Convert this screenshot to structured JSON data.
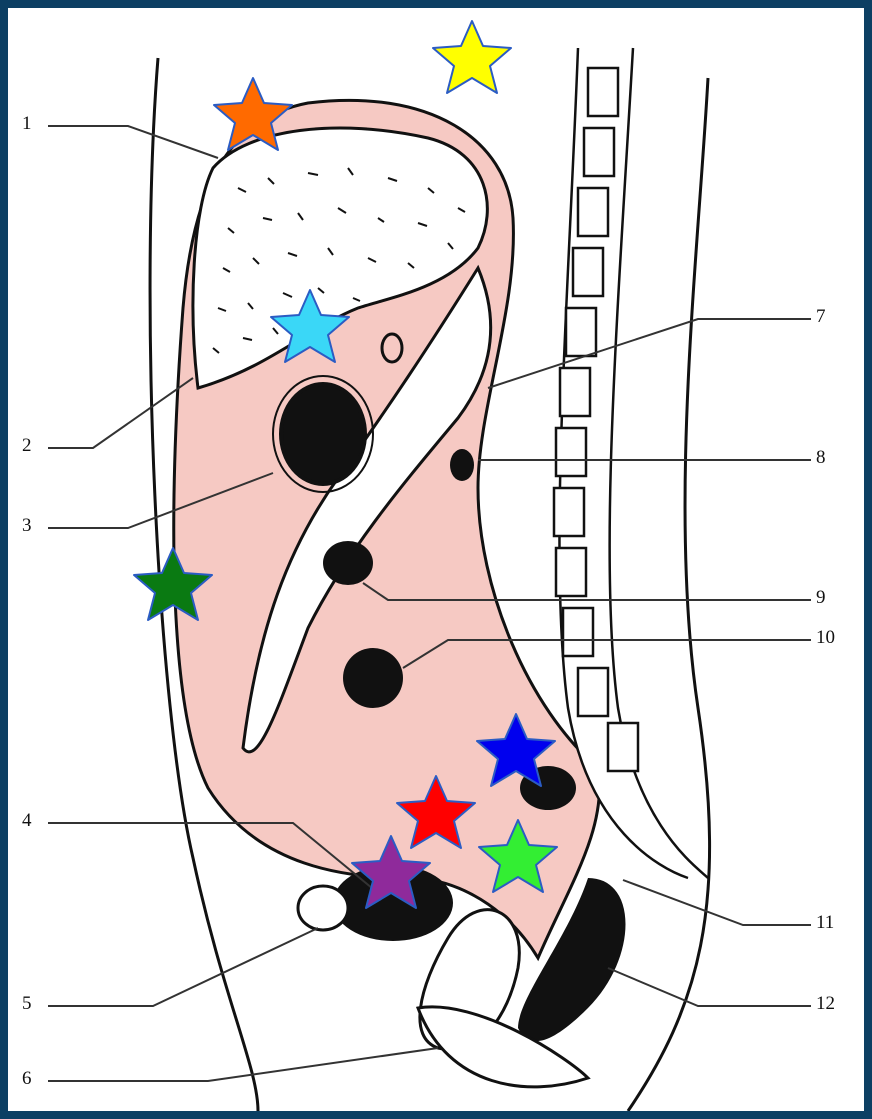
{
  "labels": {
    "l1": "1",
    "l2": "2",
    "l3": "3",
    "l4": "4",
    "l5": "5",
    "l6": "6",
    "l7": "7",
    "l8": "8",
    "l9": "9",
    "l10": "10",
    "l11": "11",
    "l12": "12"
  },
  "colors": {
    "frame": "#0c3f63",
    "peritoneal_fill": "#f6c9c3",
    "line": "#111111",
    "star_yellow": "#ffff00",
    "star_orange": "#ff6a00",
    "star_cyan": "#3ad7f7",
    "star_darkgreen": "#0a7a12",
    "star_blue": "#0000ee",
    "star_red": "#ff0000",
    "star_lightgreen": "#33ee33",
    "star_purple": "#8f2a9b"
  },
  "markers": [
    {
      "name": "yellow-star-marker",
      "color": "star_yellow"
    },
    {
      "name": "orange-star-marker",
      "color": "star_orange"
    },
    {
      "name": "cyan-star-marker",
      "color": "star_cyan"
    },
    {
      "name": "darkgreen-star-marker",
      "color": "star_darkgreen"
    },
    {
      "name": "blue-star-marker",
      "color": "star_blue"
    },
    {
      "name": "red-star-marker",
      "color": "star_red"
    },
    {
      "name": "lightgreen-star-marker",
      "color": "star_lightgreen"
    },
    {
      "name": "purple-star-marker",
      "color": "star_purple"
    }
  ]
}
